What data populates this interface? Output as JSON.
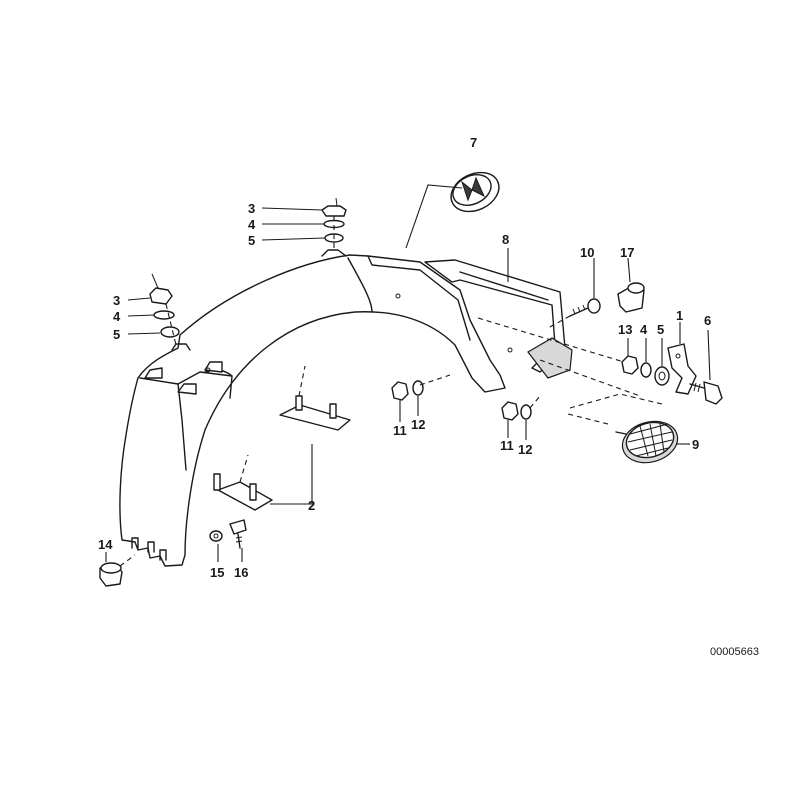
{
  "diagram": {
    "reference_number": "00005663",
    "callouts": [
      {
        "id": "c7",
        "text": "7"
      },
      {
        "id": "c8",
        "text": "8"
      },
      {
        "id": "c10",
        "text": "10"
      },
      {
        "id": "c17",
        "text": "17"
      },
      {
        "id": "c13",
        "text": "13"
      },
      {
        "id": "c4b",
        "text": "4"
      },
      {
        "id": "c5b",
        "text": "5"
      },
      {
        "id": "c1",
        "text": "1"
      },
      {
        "id": "c6",
        "text": "6"
      },
      {
        "id": "c3a",
        "text": "3"
      },
      {
        "id": "c4a",
        "text": "4"
      },
      {
        "id": "c5a",
        "text": "5"
      },
      {
        "id": "c3c",
        "text": "3"
      },
      {
        "id": "c4c",
        "text": "4"
      },
      {
        "id": "c5c",
        "text": "5"
      },
      {
        "id": "c11a",
        "text": "11"
      },
      {
        "id": "c12a",
        "text": "12"
      },
      {
        "id": "c11b",
        "text": "11"
      },
      {
        "id": "c12b",
        "text": "12"
      },
      {
        "id": "c9",
        "text": "9"
      },
      {
        "id": "c2",
        "text": "2"
      },
      {
        "id": "c14",
        "text": "14"
      },
      {
        "id": "c15",
        "text": "15"
      },
      {
        "id": "c16",
        "text": "16"
      }
    ]
  }
}
